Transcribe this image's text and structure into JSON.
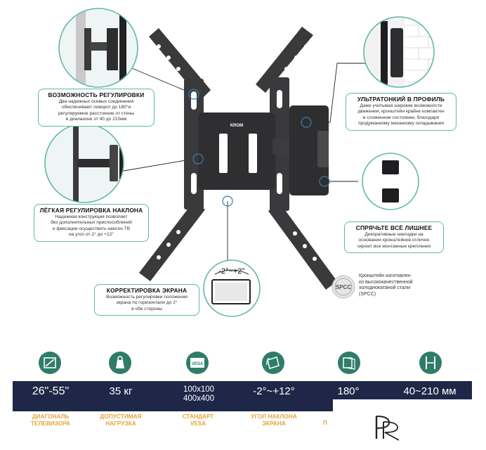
{
  "brand": {
    "mount_label": "KROM"
  },
  "callouts": {
    "swivel": {
      "title": "ВОЗМОЖНОСТЬ РЕГУЛИРОВКИ",
      "lines": [
        "Два надежных осевых соединения",
        "обеспечивают поворот  до 180°и",
        "регулируемое расстояние от стены",
        "в диапазоне от 40 до 210мм"
      ]
    },
    "ultrathin": {
      "title": "УЛЬТРАТОНКИЙ В ПРОФИЛЬ",
      "lines": [
        "Даже учитывая широкие возможности",
        "движения, кронштейн крайне компактен",
        "в сложенном состоянии, благодаря",
        "продуманному механизму складывания"
      ]
    },
    "tilt": {
      "title": "ЛЁГКАЯ РЕГУЛИРОВКА НАКЛОНА",
      "lines": [
        "Надежная конструкция позволяет",
        "без дополнительных приспособлений",
        "и фиксации осуществить наклон ТВ",
        "на угол от-2° до +12°"
      ]
    },
    "hide": {
      "title": "СПРЯЧЬТЕ ВСЁ ЛИШНЕЕ",
      "lines": [
        "Декоративные накладки на",
        "основании кронштейнов отлично",
        "скроют все монтажные крепления"
      ]
    },
    "level": {
      "title": "КОРРЕКТИРОВКА ЭКРАНА",
      "lines": [
        "Возможность регулировки положения",
        "экрана по горизонтали до 2°",
        "в обе стороны"
      ]
    }
  },
  "level_badge": "-2°~+2°",
  "spcc": {
    "badge": "SPCC",
    "lines": [
      "Кронштейн изготовлен",
      "из высококачественной",
      "холоднокатаной  стали",
      "(SPCC)"
    ]
  },
  "specs": [
    {
      "value": "26\"-55\"",
      "label_lines": [
        "ДИАГОНАЛЬ",
        "ТЕЛЕВИЗОРА"
      ],
      "icon": "diagonal-icon"
    },
    {
      "value": "35 кг",
      "label_lines": [
        "ДОПУСТИМАЯ",
        "НАГРУЗКА"
      ],
      "icon": "weight-icon"
    },
    {
      "value_lines": [
        "100x100",
        "400x400"
      ],
      "label_lines": [
        "СТАНДАРТ",
        "VESA"
      ],
      "icon": "vesa-icon",
      "icon_text": "VESA"
    },
    {
      "value": "-2°~+12°",
      "label_lines": [
        "УГОЛ НАКЛОНА",
        "ЭКРАНА"
      ],
      "icon": "tilt-icon"
    },
    {
      "value": "180°",
      "label_lines": [
        "П"
      ],
      "icon": "swivel-icon"
    },
    {
      "value": "40~210 мм",
      "label_lines": [],
      "icon": "distance-icon"
    }
  ],
  "colors": {
    "accent": "#5fb8a9",
    "bar": "#1e2747",
    "label": "#e1a637",
    "icon": "#2f7d69"
  }
}
